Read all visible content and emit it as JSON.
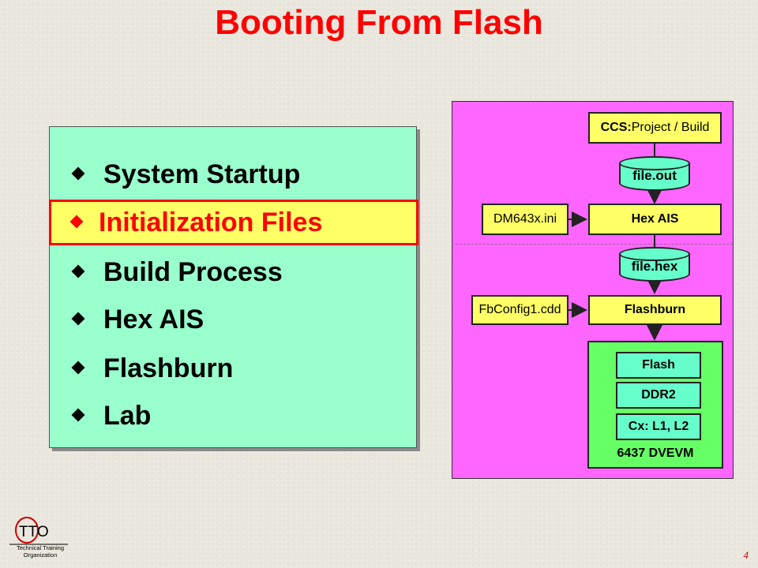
{
  "title": "Booting From Flash",
  "agenda": {
    "items": [
      {
        "label": "System Startup",
        "highlighted": false
      },
      {
        "label": "Initialization Files",
        "highlighted": true
      },
      {
        "label": "Build Process",
        "highlighted": false
      },
      {
        "label": "Hex AIS",
        "highlighted": false
      },
      {
        "label": "Flashburn",
        "highlighted": false
      },
      {
        "label": "Lab",
        "highlighted": false
      }
    ]
  },
  "flow": {
    "ccs_bold": "CCS:",
    "ccs_rest": " Project / Build",
    "file_out": "file.out",
    "ini_file": "DM643x.ini",
    "hex_ais": "Hex AIS",
    "file_hex": "file.hex",
    "cdd_file": "FbConfig1.cdd",
    "flashburn": "Flashburn",
    "board": {
      "chips": [
        "Flash",
        "DDR2",
        "Cx: L1, L2"
      ],
      "label": "6437 DVEVM"
    }
  },
  "logo": {
    "text": "TTO",
    "subtitle_line1": "Technical Training",
    "subtitle_line2": "Organization"
  },
  "page_number": "4",
  "colors": {
    "title": "#ff0000",
    "agenda_bg": "#99ffcc",
    "highlight_bg": "#ffff66",
    "flow_bg": "#ff66ff",
    "box_yellow": "#ffff66",
    "cylinder": "#66ffcc",
    "board": "#66ff66"
  }
}
